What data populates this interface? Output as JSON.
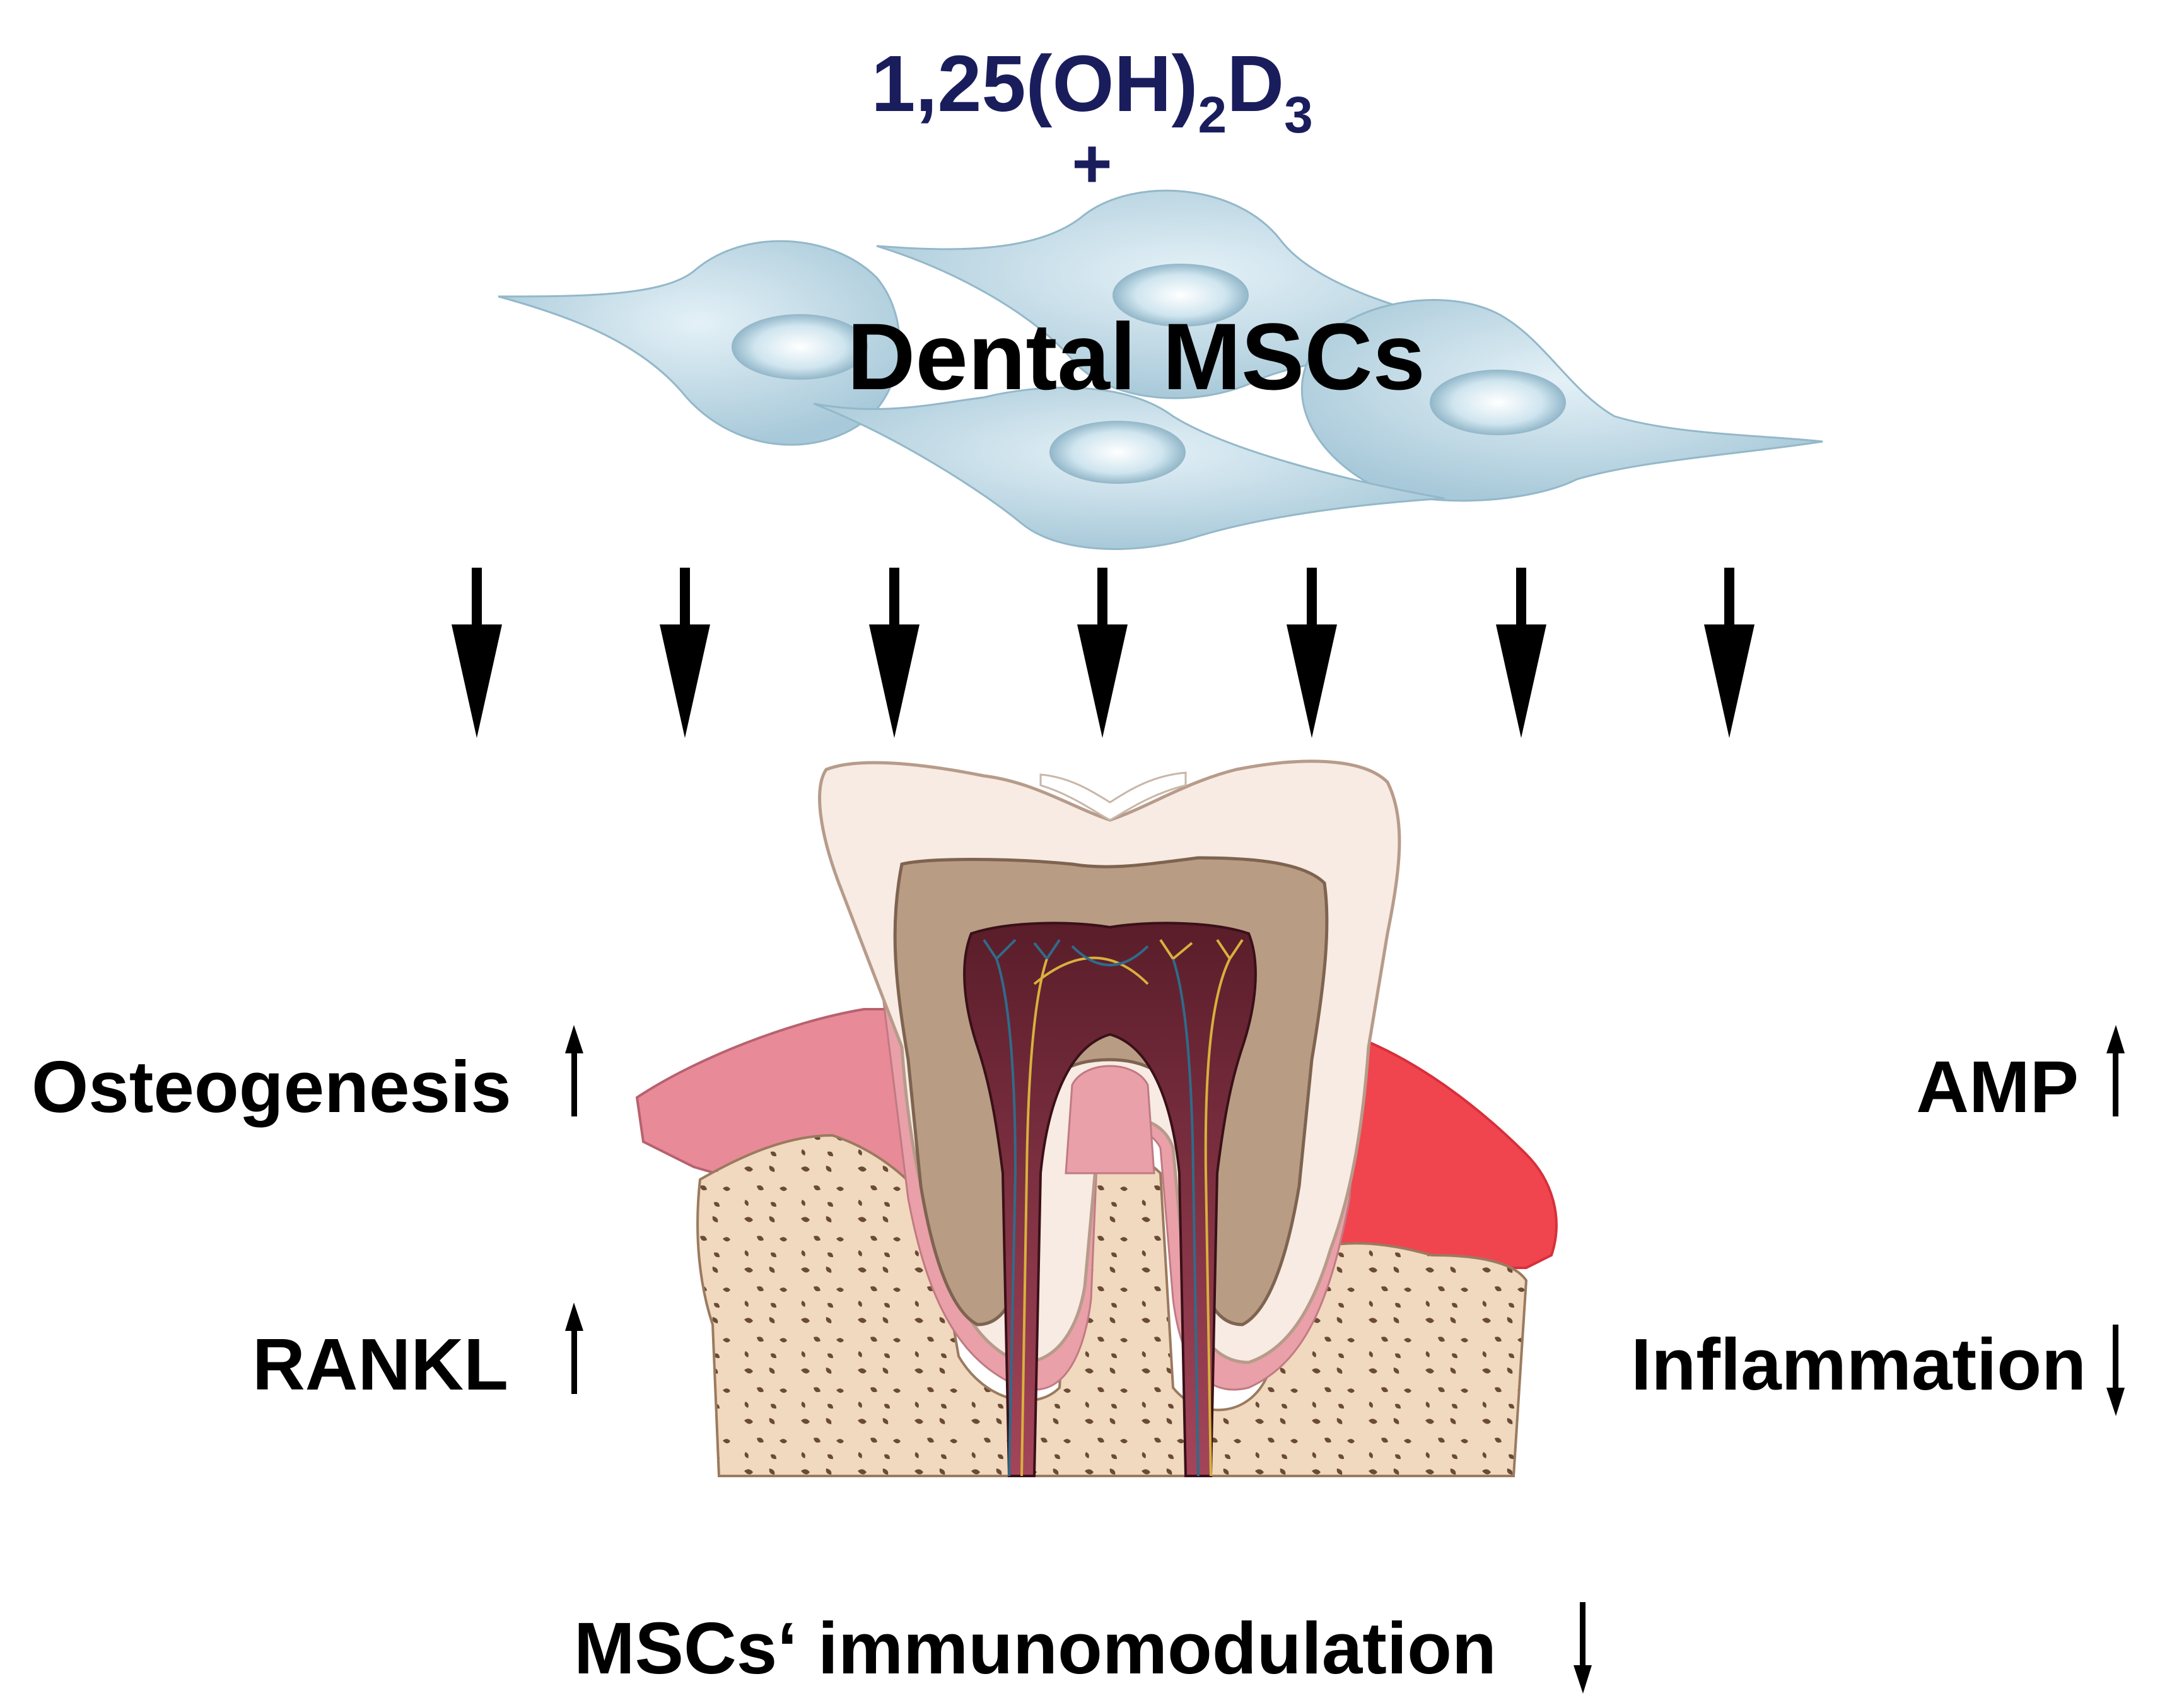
{
  "compound": {
    "main": "1,25(OH)",
    "sub1": "2",
    "mid": "D",
    "sub2": "3"
  },
  "plus_sign": "+",
  "cell_label": "Dental MSCs",
  "effects": {
    "osteogenesis": {
      "label": "Osteogenesis",
      "direction": "up"
    },
    "rankl": {
      "label": "RANKL",
      "direction": "up"
    },
    "amp": {
      "label": "AMP",
      "direction": "up"
    },
    "inflammation": {
      "label": "Inflammation",
      "direction": "down"
    },
    "immunomodulation": {
      "label": "MSCs‘ immunomodulation",
      "direction": "down"
    }
  },
  "colors": {
    "compound_text": "#1a1d5c",
    "cell_body": "#bcd8e6",
    "nucleus": "#e6f3f9",
    "gum": "#e98a98",
    "inflamed_gum": "#f0454f",
    "enamel": "#f7ebe3",
    "dentin": "#b89c84",
    "pulp": "#7b2838",
    "bone": "#f0d9be"
  }
}
